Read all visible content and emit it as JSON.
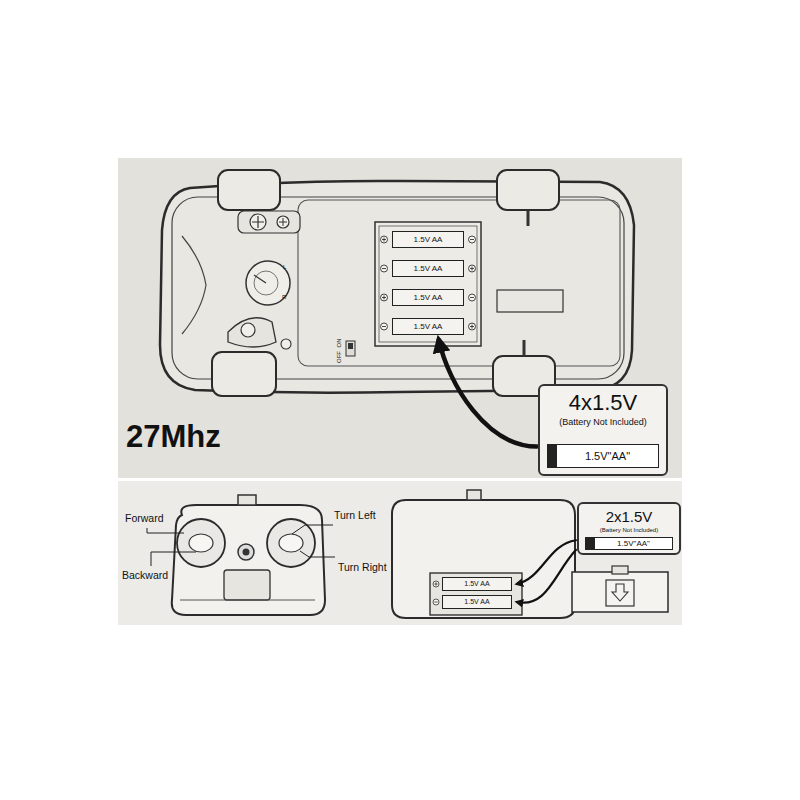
{
  "diagram": {
    "nodes": [
      {
        "text": [
          "1.5V AA"
        ]
      },
      {
        "text": [
          "1.5V AA"
        ]
      },
      {
        "text": [
          "1.5V AA"
        ]
      },
      {
        "text": [
          "1.5V AA"
        ]
      },
      {
        "text": [
          "4x1.5V",
          "(Battery Not Included)"
        ]
      },
      {
        "text": [
          "1.5V\"AA\""
        ],
        "in": 4
      },
      {
        "text": [
          "1.5V AA"
        ]
      },
      {
        "text": [
          "1.5V AA"
        ]
      },
      {
        "text": [
          "2x1.5V",
          "(Battery Not Included)"
        ]
      },
      {
        "text": [
          "1.5V\"AA\""
        ],
        "in": 8
      }
    ],
    "edges": [
      {
        "from": 4,
        "to": 3,
        "arrow": "to"
      },
      {
        "from": 8,
        "to": 6,
        "arrow": "to"
      },
      {
        "from": 8,
        "to": 7,
        "arrow": "to"
      }
    ],
    "labels": [
      "27Mhz",
      "ON",
      "OFF",
      "L",
      "R",
      "Forward",
      "Backward",
      "Turn Left",
      "Turn Right"
    ]
  }
}
